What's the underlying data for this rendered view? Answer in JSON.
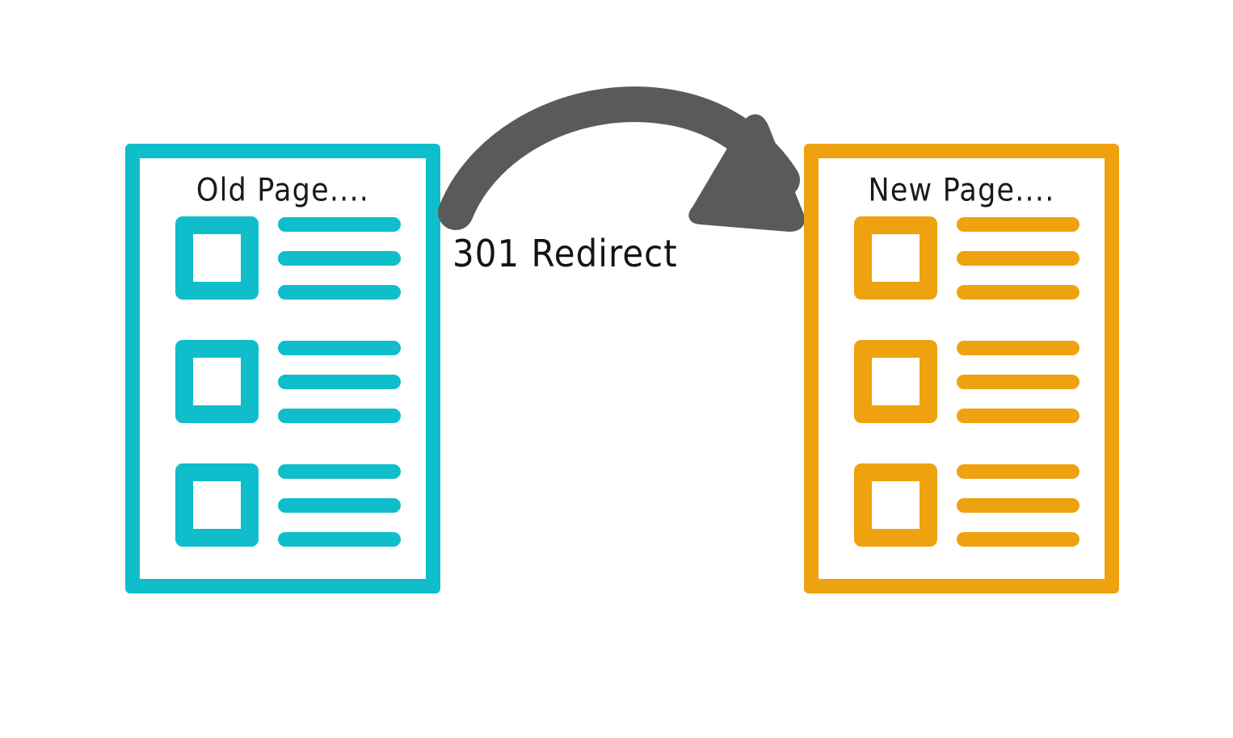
{
  "diagram": {
    "type": "redirect-flow",
    "background_color": "#ffffff",
    "colors": {
      "old_page": "#10BDCB",
      "new_page": "#EFA20F",
      "arrow": "#5A5A5A",
      "text": "#141414"
    },
    "source_card": {
      "title": "Old Page....",
      "accent_color": "#10BDCB",
      "rows": [
        {
          "checkbox": "empty-checkbox",
          "lines": 3
        },
        {
          "checkbox": "empty-checkbox",
          "lines": 3
        },
        {
          "checkbox": "empty-checkbox",
          "lines": 3
        }
      ]
    },
    "target_card": {
      "title": "New Page....",
      "accent_color": "#EFA20F",
      "rows": [
        {
          "checkbox": "empty-checkbox",
          "lines": 3
        },
        {
          "checkbox": "empty-checkbox",
          "lines": 3
        },
        {
          "checkbox": "empty-checkbox",
          "lines": 3
        }
      ]
    },
    "connector": {
      "label": "301 Redirect",
      "icon": "curved-arrow-icon",
      "direction": "left-to-right",
      "color": "#5A5A5A"
    }
  }
}
